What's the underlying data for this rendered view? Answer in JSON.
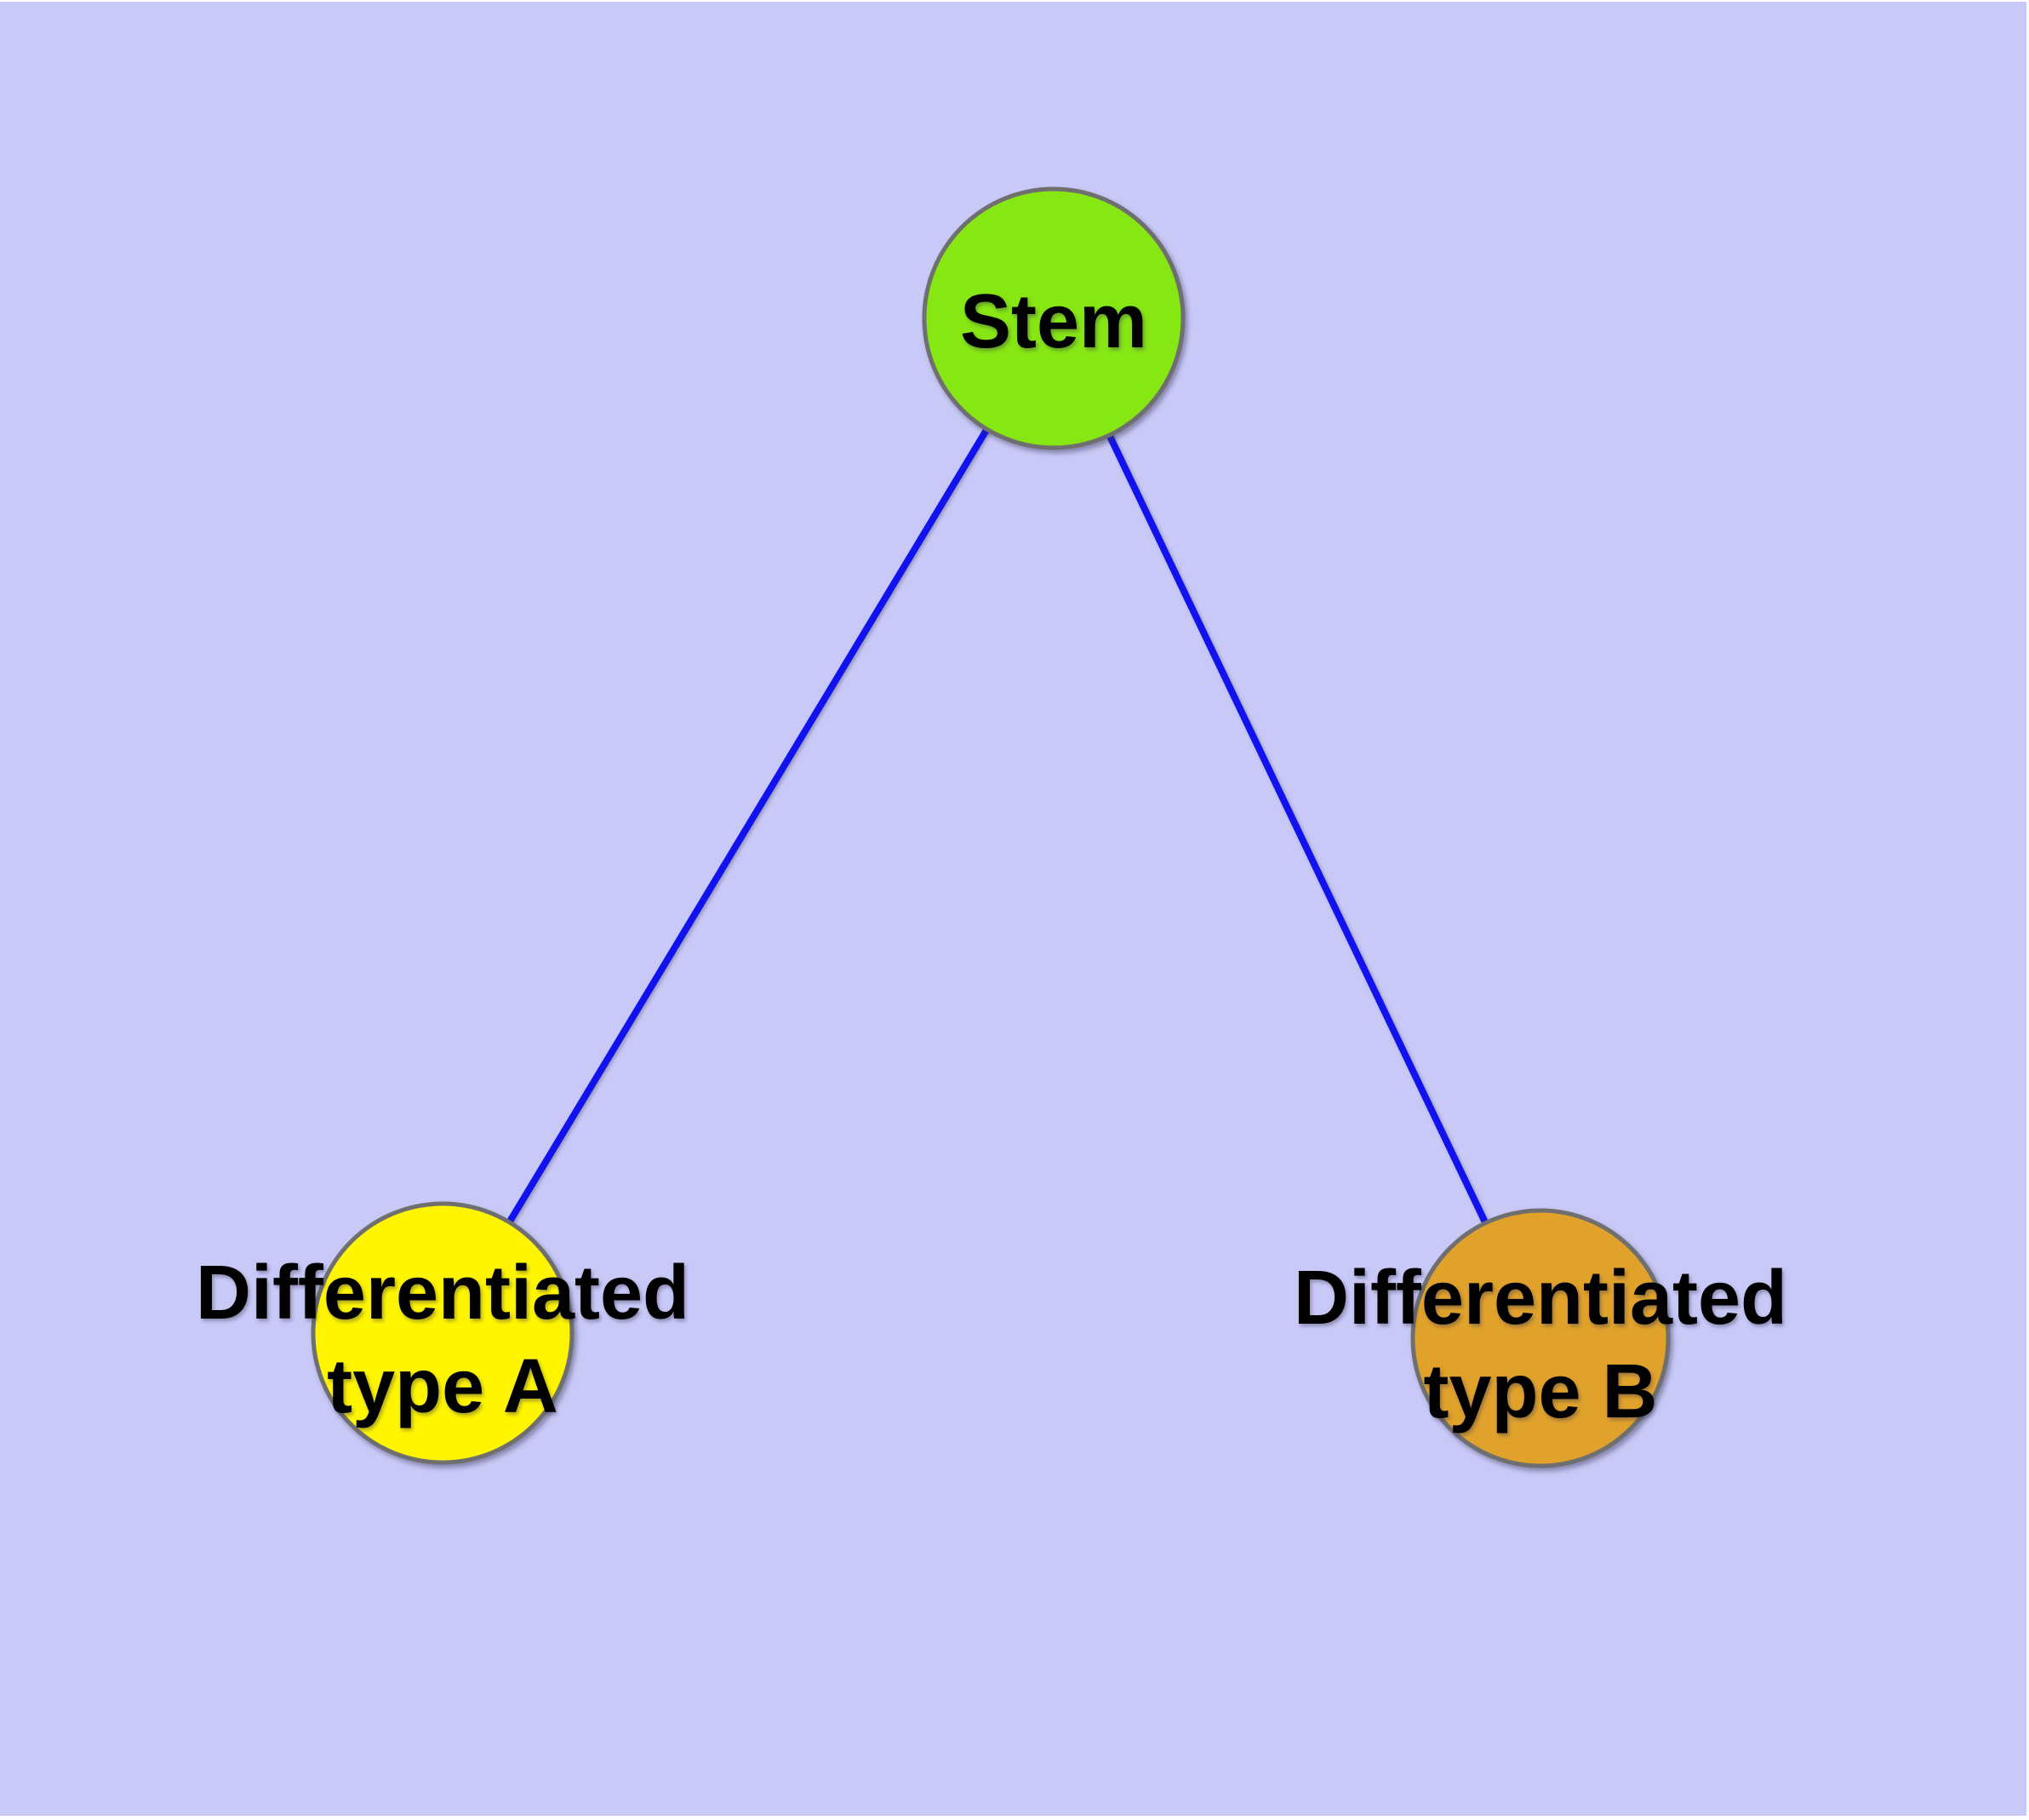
{
  "canvas": {
    "background": "#C9C9F8",
    "page_background": "#FDFDFF",
    "node_border_color": "#6F6F6F",
    "label_color": "#000000"
  },
  "nodes": {
    "stem": {
      "label": "Stem",
      "fill": "#87E713"
    },
    "type_a": {
      "label_line1": "Differentiated",
      "label_line2": "type A",
      "fill": "#FFF500"
    },
    "type_b": {
      "label_line1": "Differentiated",
      "label_line2": "type B",
      "fill": "#E1A22B"
    }
  },
  "edges": {
    "color": "#1212EE",
    "items": [
      {
        "from": "Stem",
        "to": "Differentiated type A"
      },
      {
        "from": "Stem",
        "to": "Differentiated type B"
      }
    ]
  }
}
